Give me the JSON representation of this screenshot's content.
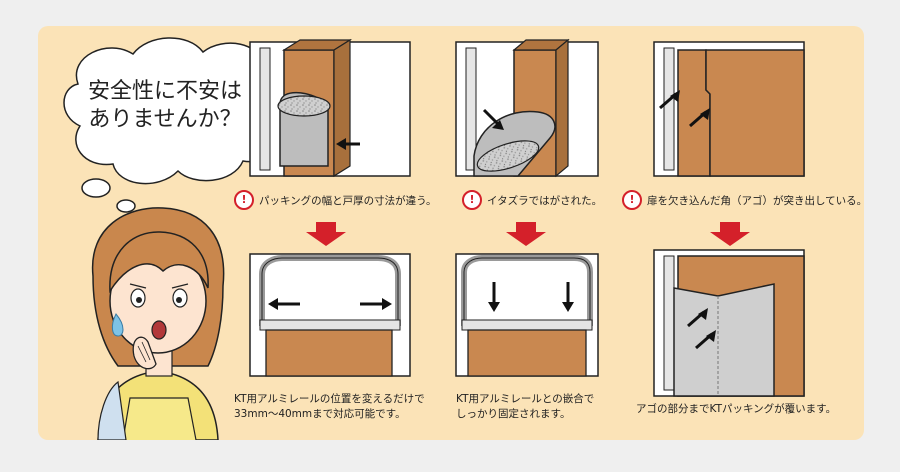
{
  "speech_bubble": {
    "line1": "安全性に不安は",
    "line2": "ありませんか？"
  },
  "warnings": [
    {
      "mark": "!",
      "text": "パッキングの幅と戸厚の寸法が違う。"
    },
    {
      "mark": "!",
      "text": "イタズラではがされた。"
    },
    {
      "mark": "!",
      "text": "扉を欠き込んだ角（アゴ）が突き出している。"
    }
  ],
  "solutions": [
    {
      "line1": "KT用アルミレールの位置を変えるだけで",
      "line2": "33mm〜40mmまで対応可能です。"
    },
    {
      "line1": "KT用アルミレールとの嵌合で",
      "line2": "しっかり固定されます。"
    },
    {
      "line1": "アゴの部分までKTパッキングが覆います。",
      "line2": ""
    }
  ],
  "colors": {
    "panel": "#fbe3b7",
    "door": "#c98850",
    "accent_red": "#d4202a",
    "packing_gray": "#cfcfcf"
  }
}
